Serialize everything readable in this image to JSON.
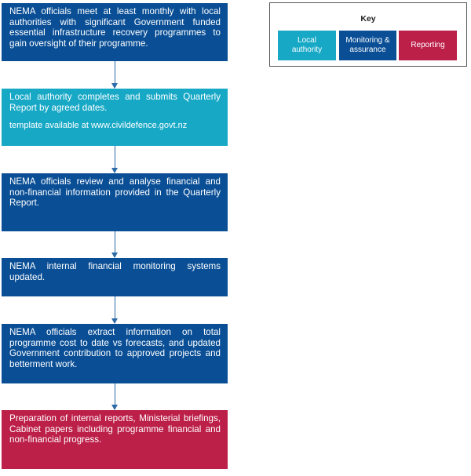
{
  "steps": [
    {
      "text": "NEMA officials meet at least monthly with local authorities with significant Government funded essential infrastructure recovery programmes to gain oversight of their programme.",
      "category": "monitoring"
    },
    {
      "text": "Local authority completes and submits Quarterly Report by agreed dates.",
      "subtext": "template available at www.civildefence.govt.nz",
      "category": "local"
    },
    {
      "text": "NEMA officials review and analyse financial and non-financial information provided in the Quarterly Report.",
      "category": "monitoring"
    },
    {
      "text": "NEMA internal financial monitoring systems updated.",
      "category": "monitoring"
    },
    {
      "text": "NEMA officials extract information on total programme cost to date vs forecasts, and updated Government contribution to approved projects and betterment work.",
      "category": "monitoring"
    },
    {
      "text": "Preparation of internal reports, Ministerial briefings, Cabinet papers including programme financial and non-financial progress.",
      "category": "reporting"
    }
  ],
  "key": {
    "title": "Key",
    "items": [
      {
        "label": "Local authority",
        "color": "#17a8c6"
      },
      {
        "label": "Monitoring & assurance",
        "color": "#0a4f96"
      },
      {
        "label": "Reporting",
        "color": "#bc2049"
      }
    ]
  },
  "colors": {
    "local": "#17a8c6",
    "monitoring": "#0a4f96",
    "reporting": "#bc2049",
    "arrow": "#2c6aa8"
  }
}
